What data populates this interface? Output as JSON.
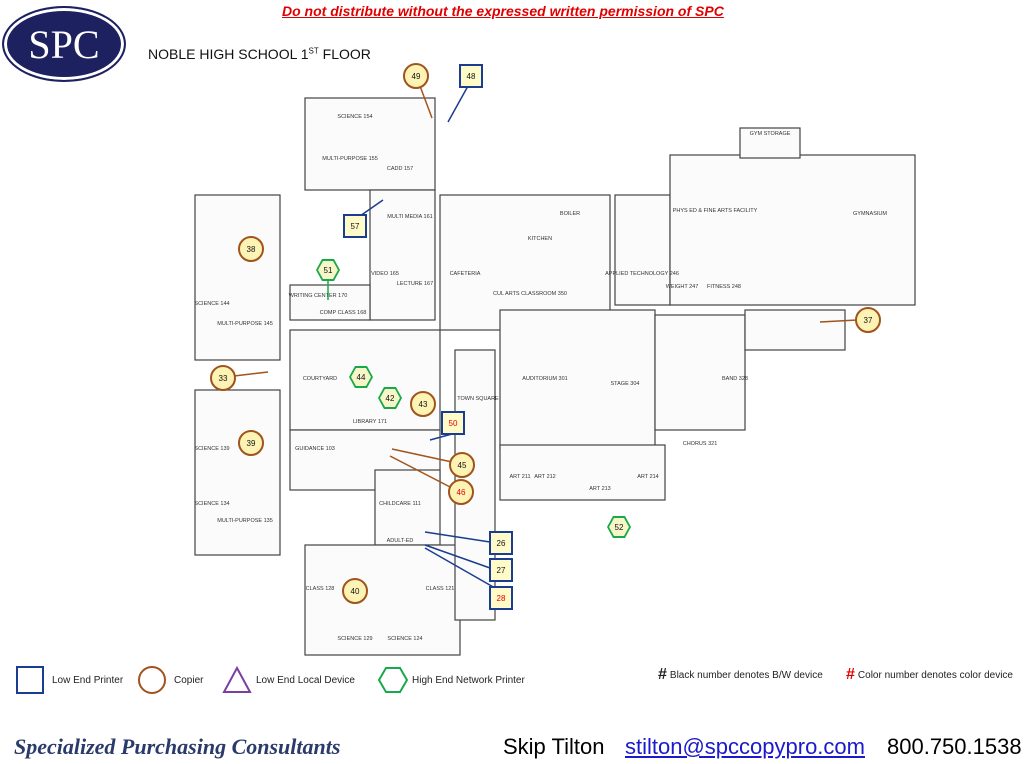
{
  "header": {
    "logo_text": "SPC",
    "warning": "Do not distribute without the expressed written permission of SPC",
    "title_main": "NOBLE HIGH SCHOOL 1",
    "title_sup": "ST",
    "title_end": " FLOOR"
  },
  "rooms": [
    "SCIENCE 154",
    "CADD 157",
    "MULTI-PURPOSE 155",
    "MULTI MEDIA 161",
    "VIDEO 165",
    "LECTURE 167",
    "CAFETERIA",
    "KITCHEN",
    "BOILER",
    "CUL ARTS CLASSROOM 350",
    "APPLIED TECHNOLOGY 246",
    "PHYS ED & FINE ARTS FACILITY",
    "GYMNASIUM",
    "GYM STORAGE",
    "AUDITORIUM 301",
    "STAGE 304",
    "BAND 328",
    "CHORUS 321",
    "COURTYARD",
    "LIBRARY 171",
    "GUIDANCE 103",
    "CHILDCARE 111",
    "ADULT-ED",
    "TOWN SQUARE",
    "WRITING CENTER 170",
    "COMP CLASS 168",
    "SCIENCE 144",
    "MULTI-PURPOSE 145",
    "SCIENCE 139",
    "SCIENCE 134",
    "MULTI-PURPOSE 135",
    "ART 211",
    "ART 212",
    "ART 213",
    "ART 214",
    "FITNESS 248",
    "WEIGHT 247",
    "CLASS 128",
    "SCIENCE 129",
    "SCIENCE 124",
    "CLASS 121"
  ],
  "markers": [
    {
      "id": "49",
      "type": "copier",
      "color": "#111111"
    },
    {
      "id": "48",
      "type": "printer",
      "color": "#111111"
    },
    {
      "id": "57",
      "type": "printer",
      "color": "#111111"
    },
    {
      "id": "38",
      "type": "copier",
      "color": "#111111"
    },
    {
      "id": "51",
      "type": "hex",
      "color": "#111111"
    },
    {
      "id": "33",
      "type": "copier",
      "color": "#111111"
    },
    {
      "id": "44",
      "type": "hex",
      "color": "#111111"
    },
    {
      "id": "42",
      "type": "hex",
      "color": "#111111"
    },
    {
      "id": "43",
      "type": "copier",
      "color": "#111111"
    },
    {
      "id": "50",
      "type": "printer",
      "color": "#e00000"
    },
    {
      "id": "39",
      "type": "copier",
      "color": "#111111"
    },
    {
      "id": "45",
      "type": "copier",
      "color": "#111111"
    },
    {
      "id": "46",
      "type": "copier",
      "color": "#e00000"
    },
    {
      "id": "52",
      "type": "hex",
      "color": "#111111"
    },
    {
      "id": "26",
      "type": "printer",
      "color": "#111111"
    },
    {
      "id": "27",
      "type": "printer",
      "color": "#111111"
    },
    {
      "id": "28",
      "type": "printer",
      "color": "#e00000"
    },
    {
      "id": "40",
      "type": "copier",
      "color": "#111111"
    },
    {
      "id": "37",
      "type": "copier",
      "color": "#111111"
    }
  ],
  "legend": {
    "low_end_printer": "Low End Printer",
    "copier": "Copier",
    "low_end_local": "Low End Local Device",
    "high_end_network": "High End Network Printer",
    "hash": "#",
    "bw_note": "Black number denotes B/W device",
    "color_note": "Color number denotes color device"
  },
  "footer": {
    "company": "Specialized Purchasing Consultants",
    "name": "Skip Tilton",
    "email": "stilton@spccopypro.com",
    "phone": "800.750.1538"
  }
}
